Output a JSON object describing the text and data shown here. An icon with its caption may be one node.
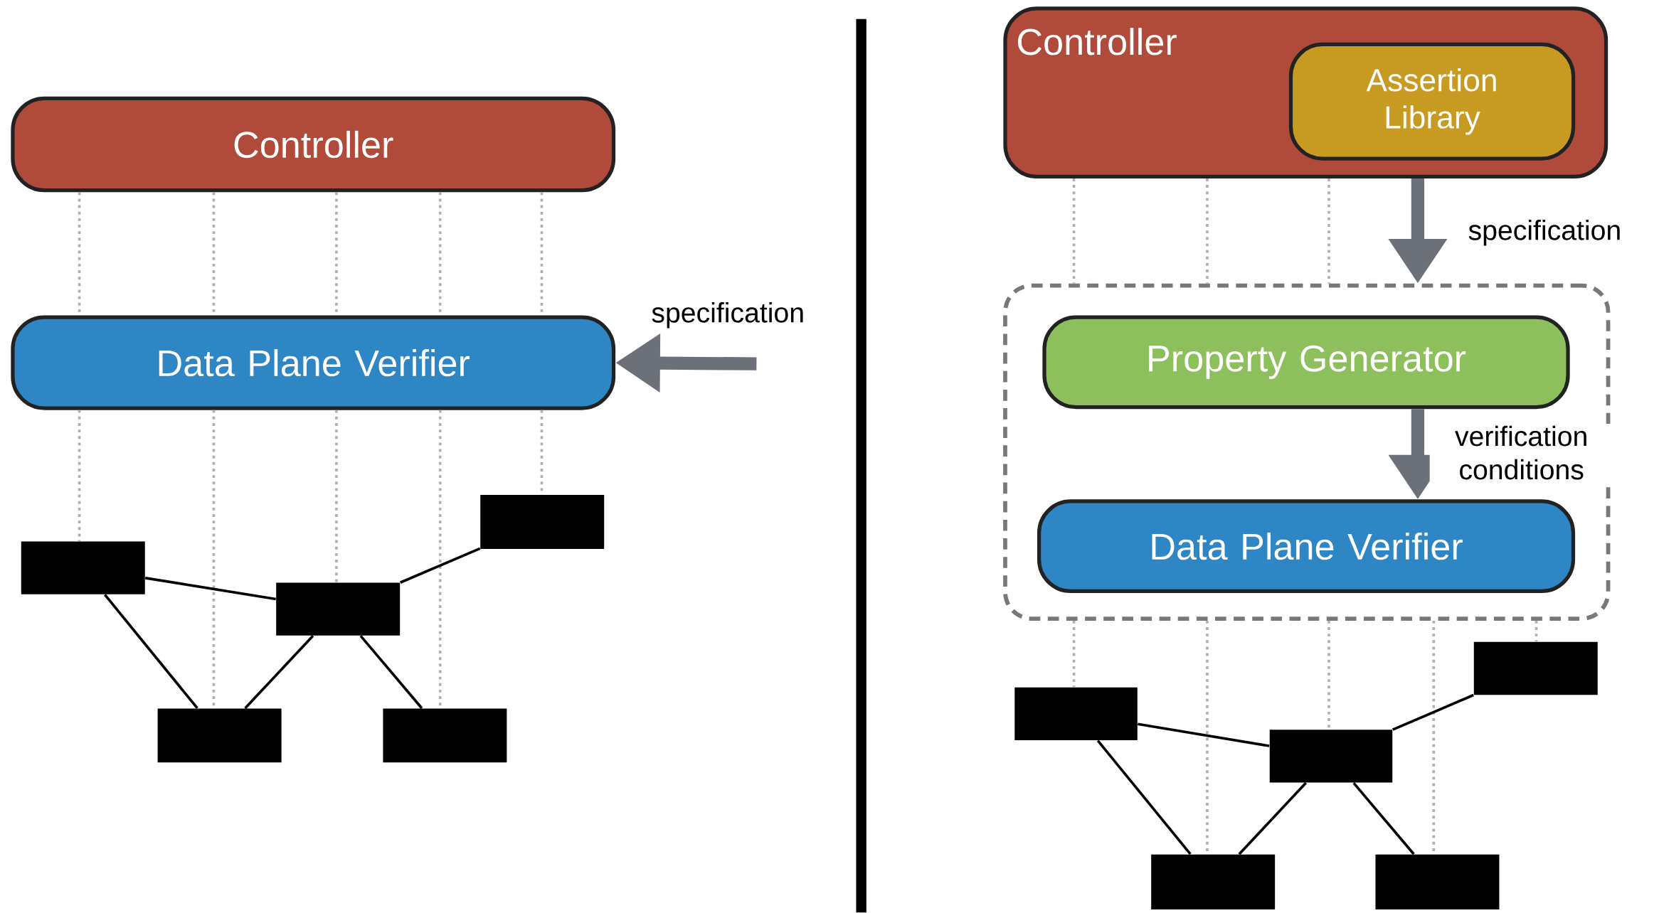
{
  "diagram": {
    "nodes": [
      {
        "text": [
          "Controller"
        ]
      },
      {
        "text": [
          "Data Plane Verifier"
        ]
      },
      {
        "text": [],
        "shape": "box"
      },
      {
        "text": [],
        "shape": "box"
      },
      {
        "text": [],
        "shape": "box"
      },
      {
        "text": [],
        "shape": "box"
      },
      {
        "text": [],
        "shape": "box"
      },
      {
        "text": [
          "Controller"
        ]
      },
      {
        "text": [
          "Assertion Library"
        ],
        "in": 7
      },
      {
        "text": [],
        "shape": "box"
      },
      {
        "text": [
          "Property Generator"
        ],
        "in": 9
      },
      {
        "text": [
          "Data Plane Verifier"
        ],
        "in": 9
      },
      {
        "text": [],
        "shape": "box"
      },
      {
        "text": [],
        "shape": "box"
      },
      {
        "text": [],
        "shape": "box"
      },
      {
        "text": [],
        "shape": "box"
      },
      {
        "text": [],
        "shape": "box"
      }
    ],
    "edges": [
      {
        "from": 0,
        "to": 1,
        "arrow": "none",
        "style": "dashed",
        "color": "#b0b0b0"
      },
      {
        "from": 0,
        "to": 1,
        "arrow": "none",
        "style": "dashed",
        "color": "#b0b0b0"
      },
      {
        "from": 0,
        "to": 1,
        "arrow": "none",
        "style": "dashed",
        "color": "#b0b0b0"
      },
      {
        "from": 0,
        "to": 1,
        "arrow": "none",
        "style": "dashed",
        "color": "#b0b0b0"
      },
      {
        "from": 0,
        "to": 1,
        "arrow": "none",
        "style": "dashed",
        "color": "#b0b0b0"
      },
      {
        "from": 1,
        "to": 2,
        "arrow": "none",
        "style": "dashed",
        "color": "#b0b0b0"
      },
      {
        "from": 1,
        "to": 3,
        "arrow": "none",
        "style": "dashed",
        "color": "#b0b0b0"
      },
      {
        "from": 1,
        "to": 4,
        "arrow": "none",
        "style": "dashed",
        "color": "#b0b0b0"
      },
      {
        "from": 1,
        "to": 5,
        "arrow": "none",
        "style": "dashed",
        "color": "#b0b0b0"
      },
      {
        "from": 1,
        "to": 6,
        "arrow": "none",
        "style": "dashed",
        "color": "#b0b0b0"
      },
      {
        "from": 2,
        "to": 4,
        "arrow": "none",
        "color": "#000000"
      },
      {
        "from": 4,
        "to": 6,
        "arrow": "none",
        "color": "#000000"
      },
      {
        "from": 2,
        "to": 3,
        "arrow": "none",
        "color": "#000000"
      },
      {
        "from": 3,
        "to": 4,
        "arrow": "none",
        "color": "#000000"
      },
      {
        "from": 4,
        "to": 5,
        "arrow": "none",
        "color": "#000000"
      },
      {
        "from": null,
        "to": 1,
        "arrow": "to",
        "label": "specification",
        "style": "thick",
        "color": "#6b7079"
      },
      {
        "from": 7,
        "to": 9,
        "arrow": "none",
        "style": "dashed",
        "color": "#b0b0b0"
      },
      {
        "from": 7,
        "to": 9,
        "arrow": "none",
        "style": "dashed",
        "color": "#b0b0b0"
      },
      {
        "from": 7,
        "to": 9,
        "arrow": "none",
        "style": "dashed",
        "color": "#b0b0b0"
      },
      {
        "from": 7,
        "to": 9,
        "arrow": "to",
        "label": "specification",
        "style": "thick",
        "color": "#6b7079"
      },
      {
        "from": 10,
        "to": 11,
        "arrow": "to",
        "label": "verification conditions",
        "style": "thick",
        "color": "#6b7079"
      },
      {
        "from": 9,
        "to": 12,
        "arrow": "none",
        "style": "dashed",
        "color": "#b0b0b0"
      },
      {
        "from": 9,
        "to": 13,
        "arrow": "none",
        "style": "dashed",
        "color": "#b0b0b0"
      },
      {
        "from": 9,
        "to": 14,
        "arrow": "none",
        "style": "dashed",
        "color": "#b0b0b0"
      },
      {
        "from": 9,
        "to": 15,
        "arrow": "none",
        "style": "dashed",
        "color": "#b0b0b0"
      },
      {
        "from": 9,
        "to": 16,
        "arrow": "none",
        "style": "dashed",
        "color": "#b0b0b0"
      },
      {
        "from": 12,
        "to": 14,
        "arrow": "none",
        "color": "#000000"
      },
      {
        "from": 14,
        "to": 16,
        "arrow": "none",
        "color": "#000000"
      },
      {
        "from": 12,
        "to": 13,
        "arrow": "none",
        "color": "#000000"
      },
      {
        "from": 13,
        "to": 14,
        "arrow": "none",
        "color": "#000000"
      },
      {
        "from": 14,
        "to": 15,
        "arrow": "none",
        "color": "#000000"
      }
    ]
  }
}
